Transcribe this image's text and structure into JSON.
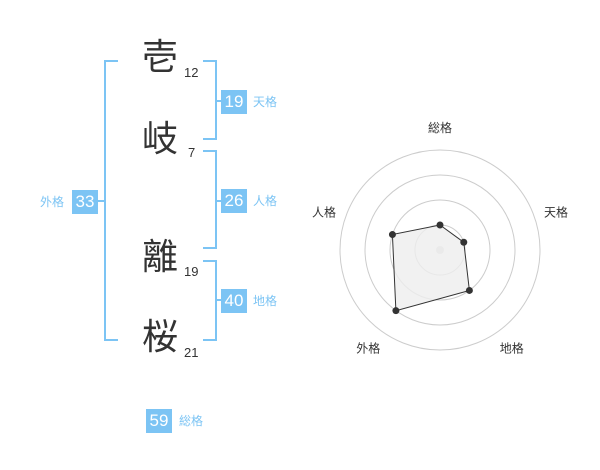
{
  "characters": [
    {
      "char": "壱",
      "strokes": "12"
    },
    {
      "char": "岐",
      "strokes": "7"
    },
    {
      "char": "離",
      "strokes": "19"
    },
    {
      "char": "桜",
      "strokes": "21"
    }
  ],
  "fortunes": {
    "tenkaku": {
      "value": "19",
      "label": "天格"
    },
    "jinkaku": {
      "value": "26",
      "label": "人格"
    },
    "chikaku": {
      "value": "40",
      "label": "地格"
    },
    "gaikaku": {
      "value": "33",
      "label": "外格"
    },
    "soukaku": {
      "value": "59",
      "label": "総格"
    }
  },
  "chart_data": {
    "type": "radar",
    "axes": [
      "総格",
      "天格",
      "地格",
      "外格",
      "人格"
    ],
    "rings": 4,
    "values": [
      1,
      1,
      2,
      3,
      2
    ],
    "max": 4,
    "colors": {
      "accent": "#7cc4f4",
      "line": "#333333",
      "fill": "#eeeeee",
      "grid": "#cccccc",
      "center": "#dddddd"
    }
  }
}
